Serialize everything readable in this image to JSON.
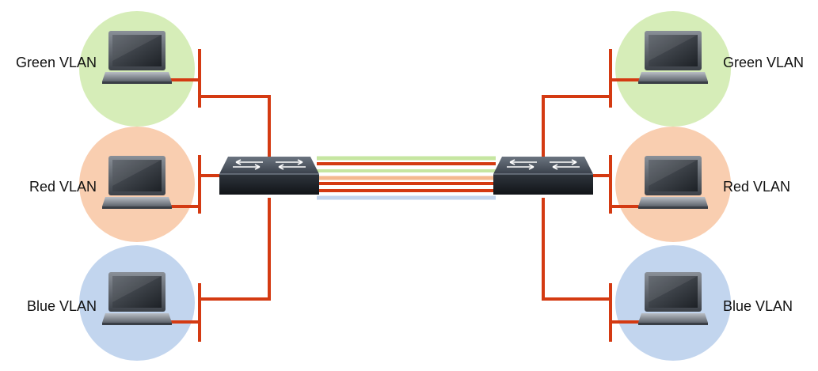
{
  "diagram": {
    "vlans": [
      {
        "name": "Green VLAN",
        "color": "#d6edb8"
      },
      {
        "name": "Red VLAN",
        "color": "#f9ceb0"
      },
      {
        "name": "Blue VLAN",
        "color": "#c2d5ee"
      }
    ],
    "colors": {
      "link": "#d43a12",
      "trunk_green": "#c6e6a1",
      "trunk_orange": "#f4b98f",
      "trunk_blue": "#c2d5ee",
      "switch_top": "#4a5360",
      "switch_front": "#1c2026"
    },
    "icons": [
      "laptop-icon",
      "switch-icon"
    ]
  }
}
